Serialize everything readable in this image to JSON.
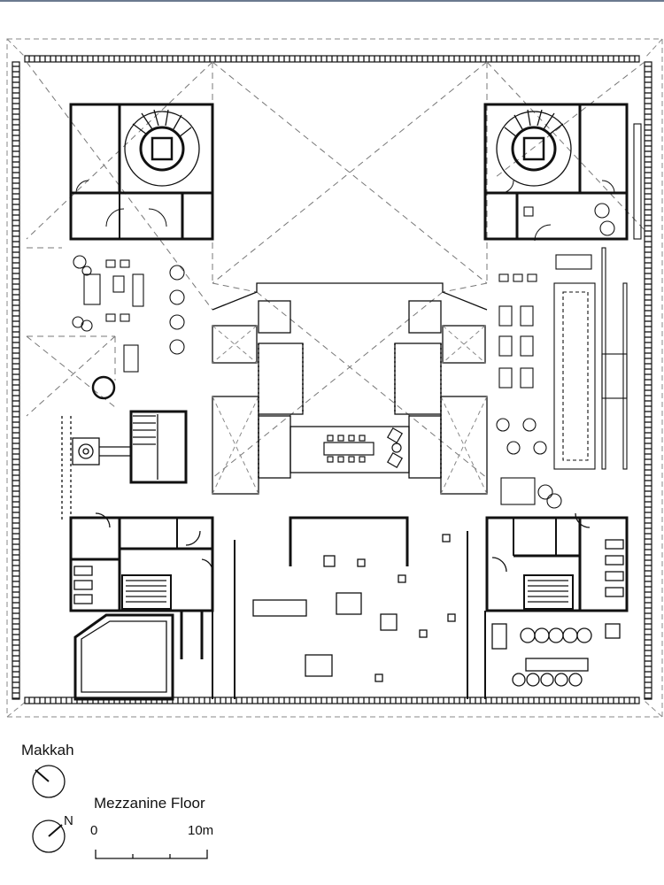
{
  "legend": {
    "makkah_label": "Makkah",
    "north_label": "N",
    "floor_title": "Mezzanine Floor",
    "scale_start": "0",
    "scale_end": "10m"
  }
}
